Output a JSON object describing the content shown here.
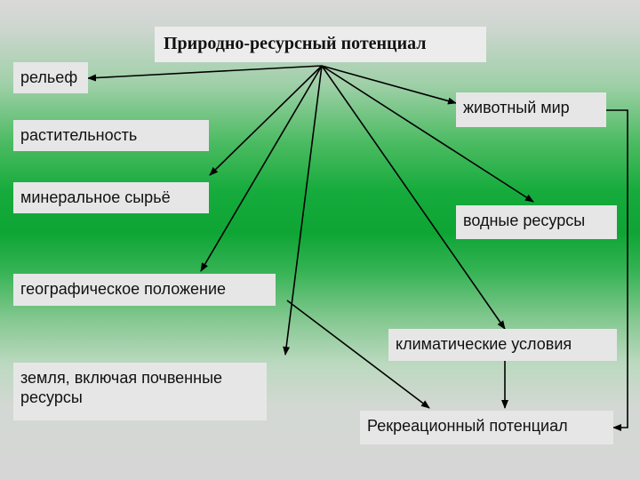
{
  "title": "Природно-ресурсный потенциал",
  "nodes": {
    "relief": "рельеф",
    "vegetation": "растительность",
    "minerals": "минеральное сырьё",
    "geo_position": "географическое положение",
    "land": "земля, включая почвенные ресурсы",
    "fauna": "животный мир",
    "water": "водные ресурсы",
    "climate": "климатические условия",
    "recreation": "Рекреационный потенциал"
  },
  "colors": {
    "box_fill": "#e6e6e6",
    "arrow": "#000000",
    "background_band": "#0ea535"
  }
}
